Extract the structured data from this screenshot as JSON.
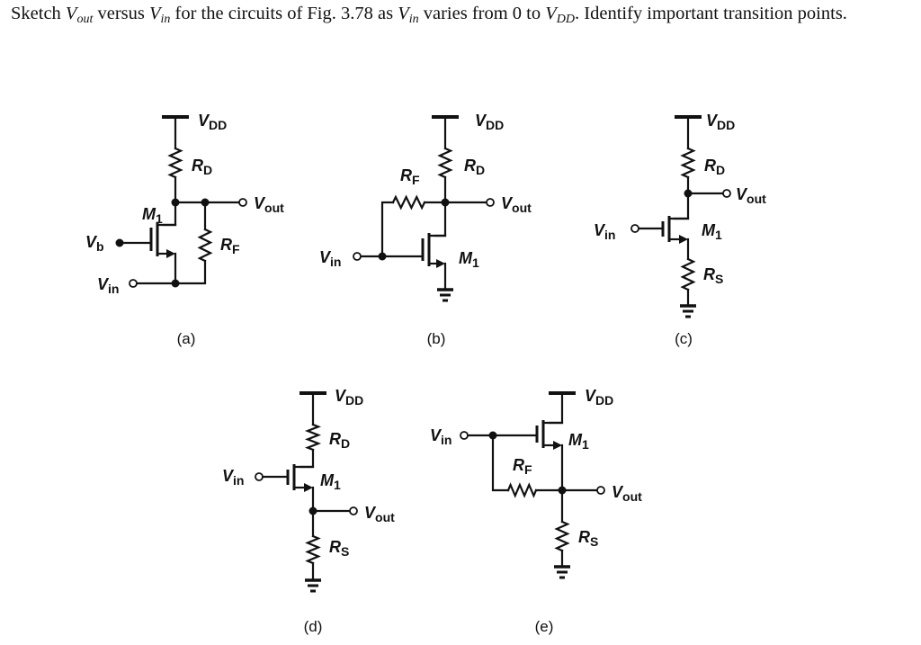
{
  "problem": {
    "t1": "Sketch ",
    "vout_v": "V",
    "vout_sub": "out",
    "t2": " versus ",
    "vin_v": "V",
    "vin_sub": "in",
    "t3": " for the circuits of Fig. 3.78 as ",
    "vin2_v": "V",
    "vin2_sub": "in",
    "t4": " varies from 0 to ",
    "vdd_v": "V",
    "vdd_sub": "DD",
    "t5": ". Identify important transition points."
  },
  "labels": {
    "V": "V",
    "R": "R",
    "M": "M",
    "DD": "DD",
    "D": "D",
    "F": "F",
    "S": "S",
    "out": "out",
    "in": "in",
    "b": "b",
    "one": "1"
  },
  "captions": [
    "(a)",
    "(b)",
    "(c)",
    "(d)",
    "(e)"
  ]
}
